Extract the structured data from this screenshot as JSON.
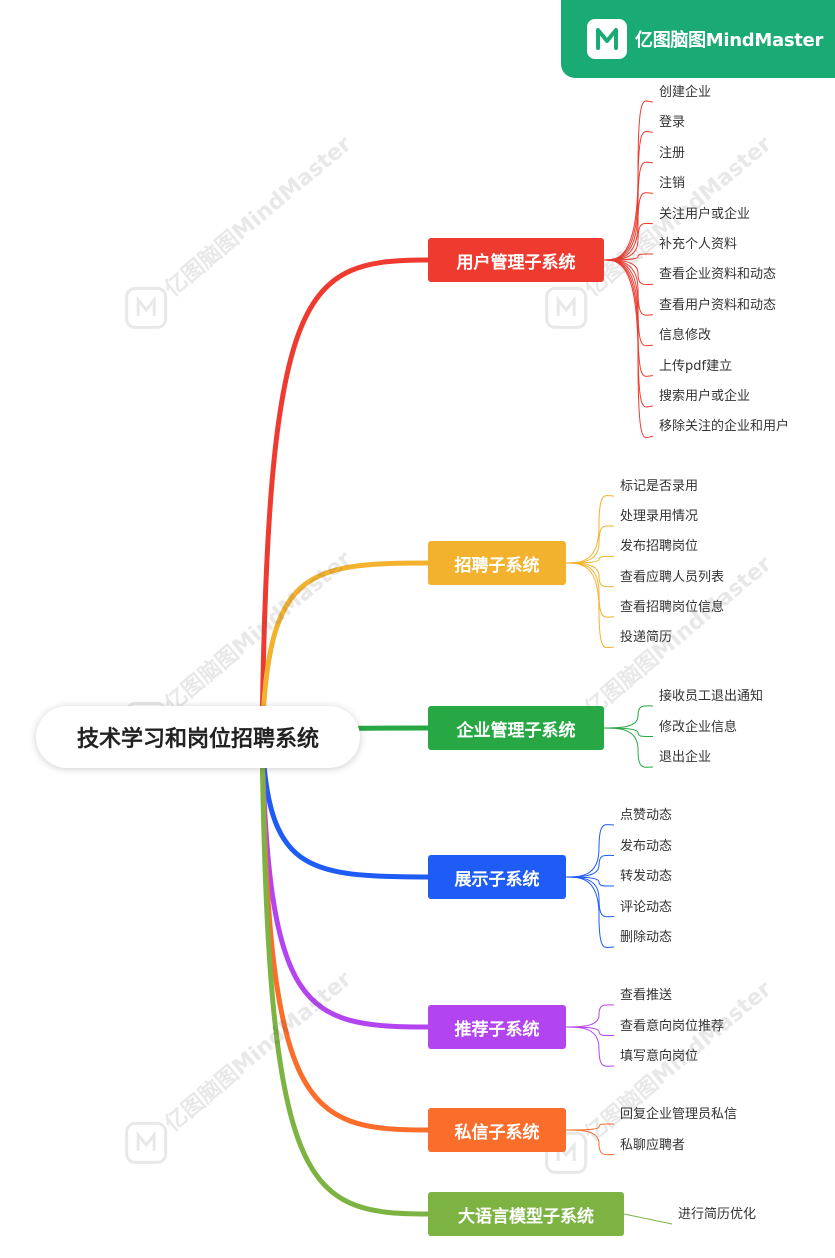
{
  "brand": {
    "text": "亿图脑图MindMaster",
    "color": "#1aab74"
  },
  "watermark": {
    "text": "亿图脑图MindMaster"
  },
  "root": {
    "label": "技术学习和岗位招聘系统"
  },
  "branches": [
    {
      "label": "用户管理子系统",
      "color": "#ef3b2f",
      "leaves": [
        "创建企业",
        "登录",
        "注册",
        "注销",
        "关注用户或企业",
        "补充个人资料",
        "查看企业资料和动态",
        "查看用户资料和动态",
        "信息修改",
        "上传pdf建立",
        "搜索用户或企业",
        "移除关注的企业和用户"
      ]
    },
    {
      "label": "招聘子系统",
      "color": "#f2b22e",
      "leaves": [
        "标记是否录用",
        "处理录用情况",
        "发布招聘岗位",
        "查看应聘人员列表",
        "查看招聘岗位信息",
        "投递简历"
      ]
    },
    {
      "label": "企业管理子系统",
      "color": "#27a844",
      "leaves": [
        "接收员工退出通知",
        "修改企业信息",
        "退出企业"
      ]
    },
    {
      "label": "展示子系统",
      "color": "#1f5cf5",
      "leaves": [
        "点赞动态",
        "发布动态",
        "转发动态",
        "评论动态",
        "删除动态"
      ]
    },
    {
      "label": "推荐子系统",
      "color": "#b345f0",
      "leaves": [
        "查看推送",
        "查看意向岗位推荐",
        "填写意向岗位"
      ]
    },
    {
      "label": "私信子系统",
      "color": "#fa6d2a",
      "leaves": [
        "回复企业管理员私信",
        "私聊应聘者"
      ]
    },
    {
      "label": "大语言模型子系统",
      "color": "#7cb342",
      "leaves": [
        "进行简历优化"
      ]
    }
  ]
}
